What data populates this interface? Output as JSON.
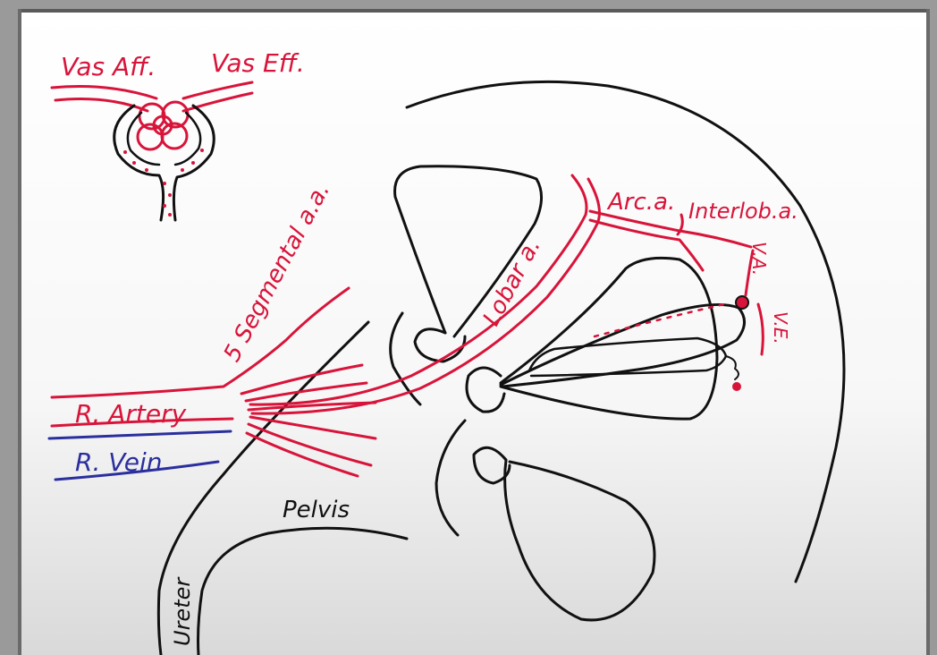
{
  "labels": {
    "vas_aff": "Vas Aff.",
    "vas_eff": "Vas Eff.",
    "arc_a": "Arc.a.",
    "interlob_a": "Interlob.a.",
    "va": "V.A.",
    "ve": "V.E.",
    "segmental": "5 Segmental a.a.",
    "lobar": "Lobar a.",
    "r_artery": "R. Artery",
    "r_vein": "R. Vein",
    "pelvis": "Pelvis",
    "ureter": "Ureter"
  },
  "colors": {
    "artery": "#d8143a",
    "vein": "#2b2f9e",
    "structure": "#111111",
    "board": "#ffffff",
    "frame": "#9a9a9a"
  }
}
